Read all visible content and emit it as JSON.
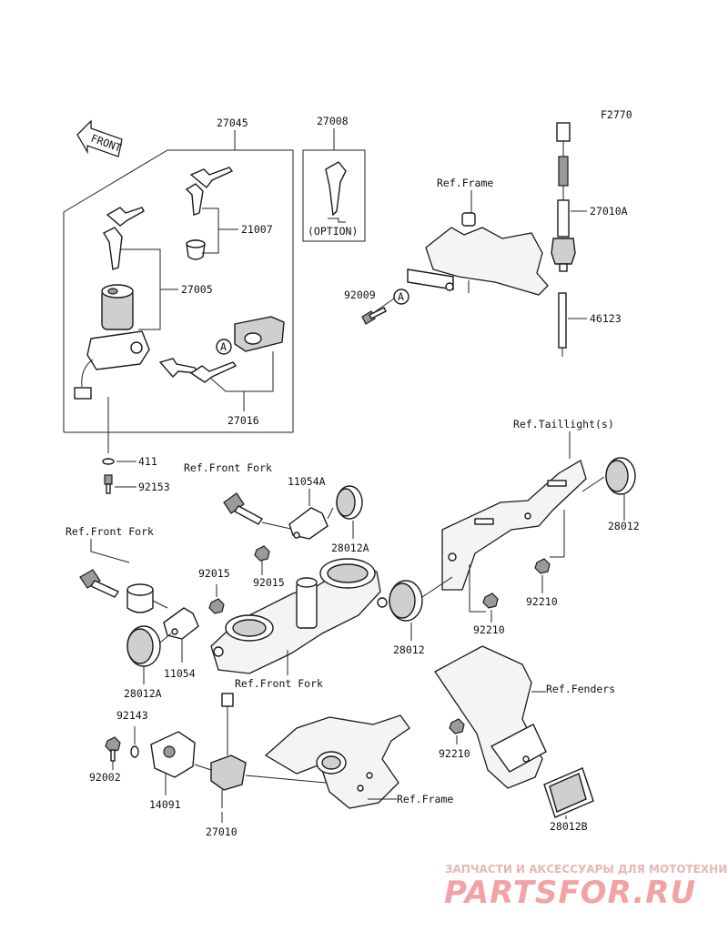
{
  "figure_code": "F2770",
  "front_arrow": "FRONT",
  "callout_letter": "A",
  "option_label": "(OPTION)",
  "parts": {
    "p27045": "27045",
    "p27008": "27008",
    "p21007": "21007",
    "p27005": "27005",
    "p27016": "27016",
    "p411": "411",
    "p92153": "92153",
    "p27010A": "27010A",
    "p46123": "46123",
    "p92009": "92009",
    "p11054A": "11054A",
    "p28012A_top": "28012A",
    "p92015_left": "92015",
    "p92015_mid": "92015",
    "p11054": "11054",
    "p28012A_bot": "28012A",
    "p28012_right": "28012",
    "p28012_mid": "28012",
    "p92210_a": "92210",
    "p92210_b": "92210",
    "p92210_c": "92210",
    "p92143": "92143",
    "p92002": "92002",
    "p14091": "14091",
    "p27010": "27010",
    "p28012B": "28012B"
  },
  "refs": {
    "frame_top": "Ref.Frame",
    "taillight": "Ref.Taillight(s)",
    "front_fork_top": "Ref.Front Fork",
    "front_fork_left": "Ref.Front Fork",
    "front_fork_bottom": "Ref.Front Fork",
    "fenders": "Ref.Fenders",
    "frame_bottom": "Ref.Frame"
  },
  "watermark": {
    "tagline": "ЗАПЧАСТИ И АКСЕССУАРЫ ДЛЯ МОТОТЕХНИКИ",
    "logo": "PARTSFOR.RU"
  }
}
